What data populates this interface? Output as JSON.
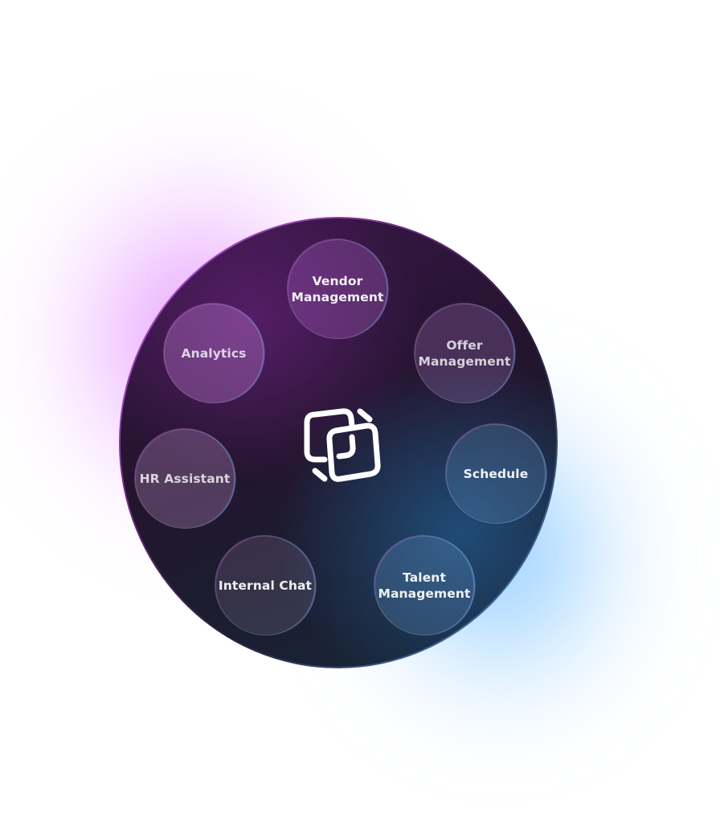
{
  "hub": {
    "logo_icon": "interlinked-squares-logo",
    "colors": {
      "glow_left": "#d65cff",
      "glow_right": "#46aaff",
      "disc_top": "#3a1648",
      "disc_bottom": "#17283b",
      "logo": "#ffffff"
    }
  },
  "modules": [
    {
      "label": "Vendor\nManagement"
    },
    {
      "label": "Offer\nManagement"
    },
    {
      "label": "Schedule"
    },
    {
      "label": "Talent\nManagement"
    },
    {
      "label": "Internal Chat"
    },
    {
      "label": "HR Assistant"
    },
    {
      "label": "Analytics"
    }
  ]
}
